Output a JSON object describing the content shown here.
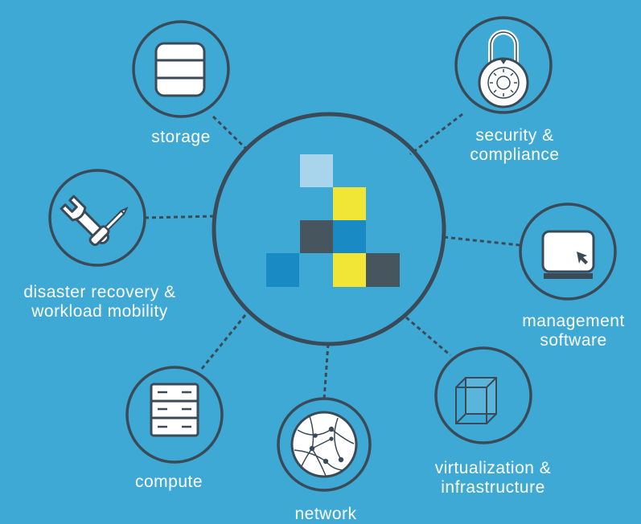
{
  "colors": {
    "background": "#3fa9d5",
    "line": "#3a4a57",
    "icon_fill": "#ffffff",
    "tile_light": "#a8d4ec",
    "tile_yellow": "#f1e635",
    "tile_dark": "#47555f",
    "tile_blue": "#1a8ac4"
  },
  "hub": {
    "logo": "tiled-logo"
  },
  "nodes": [
    {
      "id": "storage",
      "icon": "database-icon",
      "label": "storage"
    },
    {
      "id": "security",
      "icon": "padlock-icon",
      "label": "security & compliance"
    },
    {
      "id": "disaster-recovery",
      "icon": "wrench-screwdriver-icon",
      "label": "disaster recovery & workload mobility"
    },
    {
      "id": "management",
      "icon": "monitor-cursor-icon",
      "label": "management software"
    },
    {
      "id": "virtualization",
      "icon": "cube-icon",
      "label": "virtualization & infrastructure"
    },
    {
      "id": "compute",
      "icon": "server-rack-icon",
      "label": "compute"
    },
    {
      "id": "network",
      "icon": "globe-network-icon",
      "label": "network"
    }
  ],
  "labels": {
    "storage": "storage",
    "security_1": "security &",
    "security_2": "compliance",
    "dr_1": "disaster recovery &",
    "dr_2": "workload mobility",
    "management_1": "management",
    "management_2": "software",
    "virtualization_1": "virtualization &",
    "virtualization_2": "infrastructure",
    "compute": "compute",
    "network": "network"
  }
}
